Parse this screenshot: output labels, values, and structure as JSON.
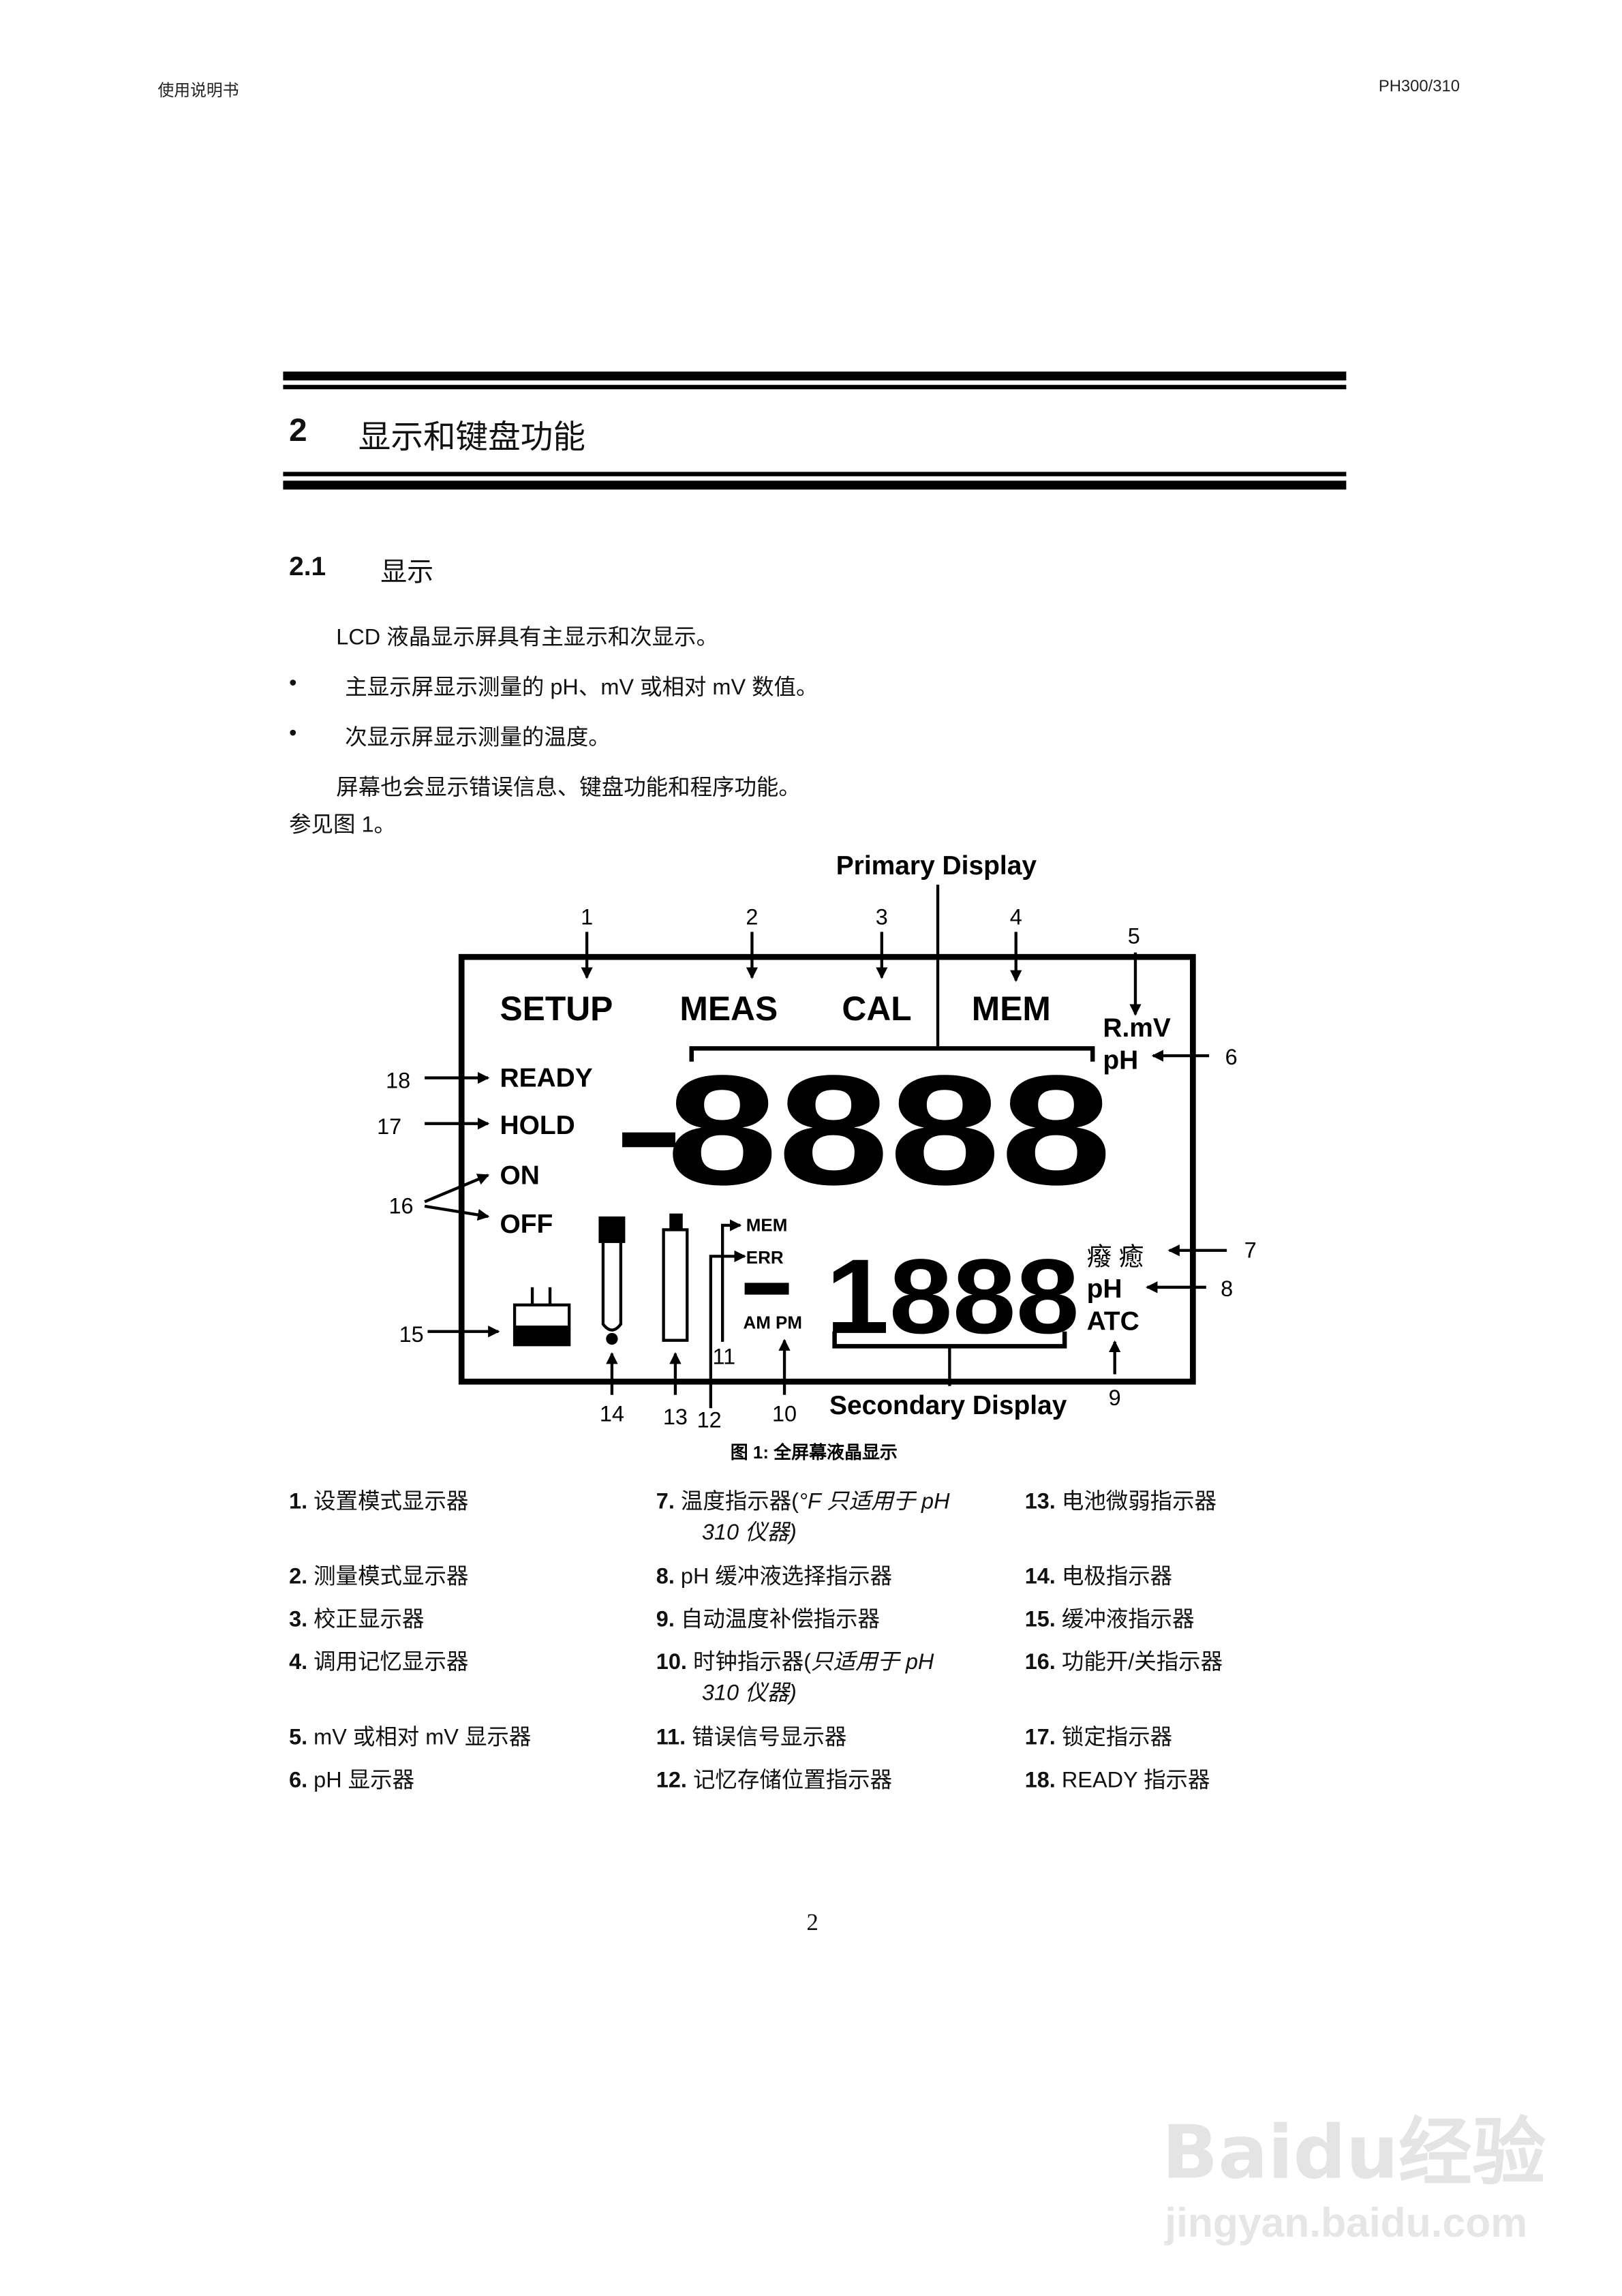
{
  "header": {
    "left": "使用说明书",
    "right": "PH300/310"
  },
  "chapter": {
    "number": "2",
    "title": "显示和键盘功能"
  },
  "section": {
    "number": "2.1",
    "title": "显示"
  },
  "body": {
    "intro": "LCD 液晶显示屏具有主显示和次显示。",
    "bullets": [
      "主显示屏显示测量的 pH、mV 或相对 mV 数值。",
      "次显示屏显示测量的温度。"
    ],
    "para": "屏幕也会显示错误信息、键盘功能和程序功能。",
    "see": "参见图 1。"
  },
  "figure": {
    "primary_label": "Primary Display",
    "secondary_label": "Secondary Display",
    "modes": [
      "SETUP",
      "MEAS",
      "CAL",
      "MEM"
    ],
    "status": [
      "READY",
      "HOLD",
      "ON",
      "OFF"
    ],
    "units_top": [
      "R.mV",
      "pH"
    ],
    "temp_units": "癈 癒",
    "units_bottom": [
      "pH",
      "ATC"
    ],
    "small": {
      "mem": "MEM",
      "err": "ERR",
      "ampm": "AM PM"
    },
    "primary_digits": "8888",
    "secondary_digits": "1888",
    "callouts": [
      "1",
      "2",
      "3",
      "4",
      "5",
      "6",
      "7",
      "8",
      "9",
      "10",
      "11",
      "12",
      "13",
      "14",
      "15",
      "16",
      "17",
      "18"
    ],
    "caption": "图 1: 全屏幕液晶显示"
  },
  "legend": [
    {
      "n": "1.",
      "text": "设置模式显示器"
    },
    {
      "n": "2.",
      "text": "测量模式显示器"
    },
    {
      "n": "3.",
      "text": "校正显示器"
    },
    {
      "n": "4.",
      "text": "调用记忆显示器"
    },
    {
      "n": "5.",
      "text": "mV 或相对 mV 显示器"
    },
    {
      "n": "6.",
      "text": "pH 显示器"
    },
    {
      "n": "7.",
      "text": "温度指示器(",
      "italic": "°F 只适用于 pH",
      "cont": "310 仪器)"
    },
    {
      "n": "8.",
      "text": "pH 缓冲液选择指示器"
    },
    {
      "n": "9.",
      "text": "自动温度补偿指示器"
    },
    {
      "n": "10.",
      "text": "时钟指示器(",
      "italic": "只适用于 pH",
      "cont": "310 仪器)"
    },
    {
      "n": "11.",
      "text": "错误信号显示器"
    },
    {
      "n": "12.",
      "text": "记忆存储位置指示器"
    },
    {
      "n": "13.",
      "text": "电池微弱指示器"
    },
    {
      "n": "14.",
      "text": "电极指示器"
    },
    {
      "n": "15.",
      "text": "缓冲液指示器"
    },
    {
      "n": "16.",
      "text": "功能开/关指示器"
    },
    {
      "n": "17.",
      "text": "锁定指示器"
    },
    {
      "n": "18.",
      "text": "READY 指示器"
    }
  ],
  "page_number": "2",
  "watermark": {
    "logo": "Baidu经验",
    "url": "jingyan.baidu.com"
  }
}
